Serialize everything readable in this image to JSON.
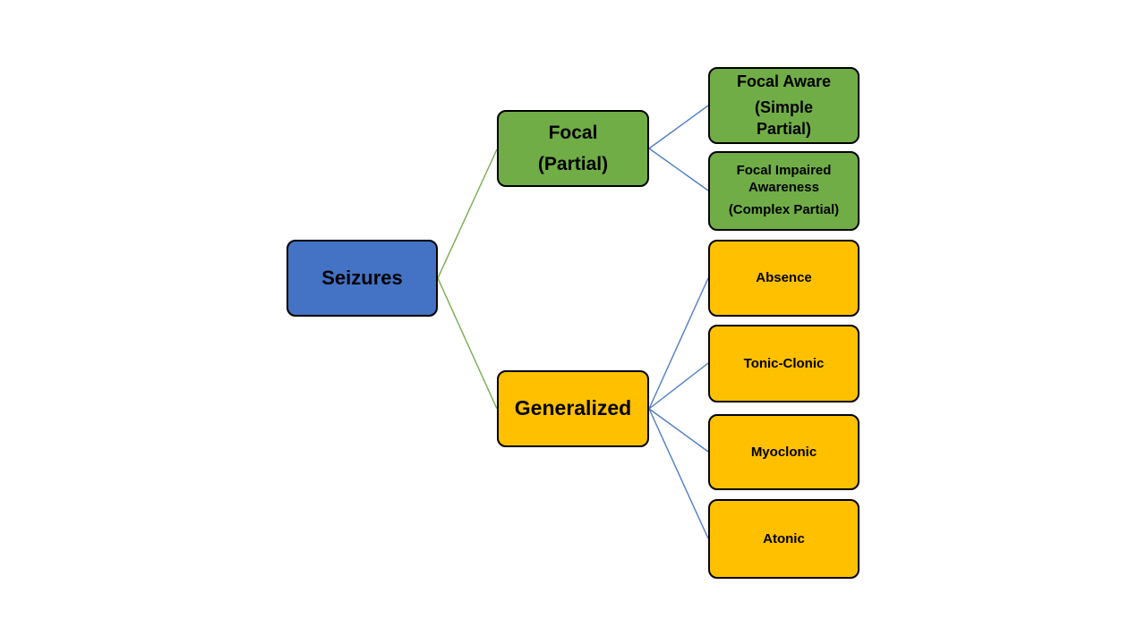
{
  "diagram": {
    "type": "hierarchy",
    "levels": 3
  },
  "nodes": {
    "seizures": {
      "label": "Seizures"
    },
    "focal": {
      "line1": "Focal",
      "line2": "(Partial)"
    },
    "generalized": {
      "label": "Generalized"
    },
    "focal_aware": {
      "line1": "Focal Aware",
      "line2": "(Simple Partial)"
    },
    "focal_impaired": {
      "line1": "Focal Impaired Awareness",
      "line2": "(Complex Partial)"
    },
    "absence": {
      "label": "Absence"
    },
    "tonic_clonic": {
      "label": "Tonic-Clonic"
    },
    "myoclonic": {
      "label": "Myoclonic"
    },
    "atonic": {
      "label": "Atonic"
    }
  },
  "edges": [
    {
      "from": "seizures",
      "to": "focal"
    },
    {
      "from": "seizures",
      "to": "generalized"
    },
    {
      "from": "focal",
      "to": "focal_aware"
    },
    {
      "from": "focal",
      "to": "focal_impaired"
    },
    {
      "from": "generalized",
      "to": "absence"
    },
    {
      "from": "generalized",
      "to": "tonic_clonic"
    },
    {
      "from": "generalized",
      "to": "myoclonic"
    },
    {
      "from": "generalized",
      "to": "atonic"
    }
  ],
  "colors": {
    "blue_fill": "#4472C4",
    "green_fill": "#70AD47",
    "gold_fill": "#FFC000",
    "node_border": "#000000",
    "text": "#000000",
    "green_connector": "#76AC4E",
    "blue_connector": "#4E7DC5",
    "background": "#FFFFFF"
  }
}
